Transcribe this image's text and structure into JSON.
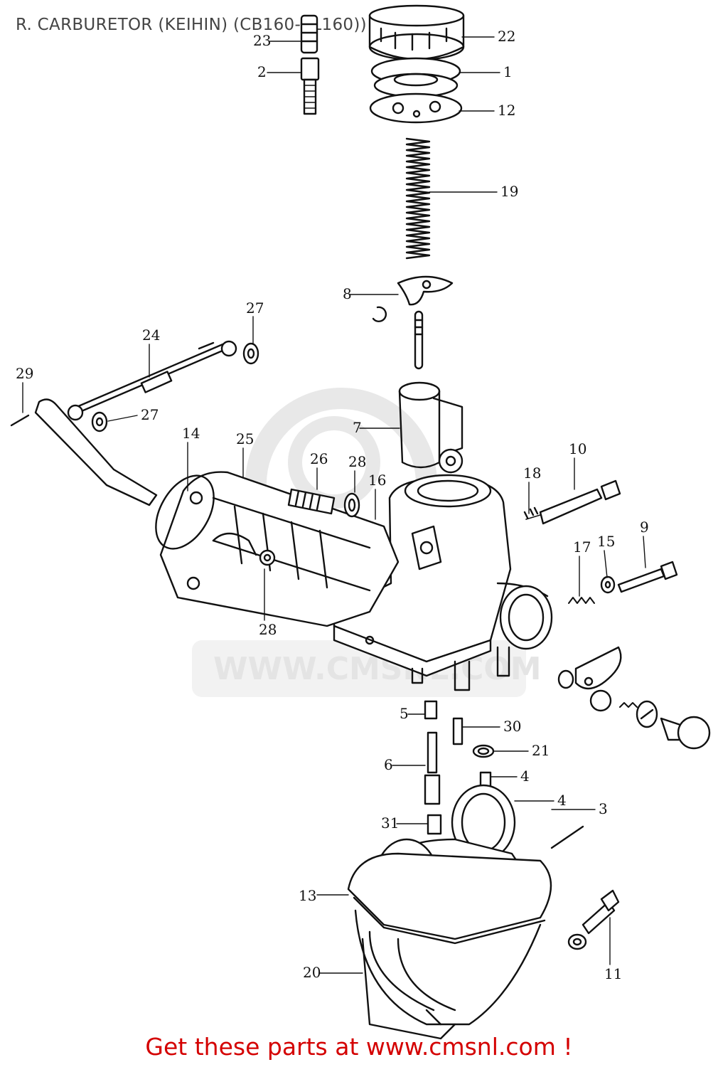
{
  "title": "R. CARBURETOR (KEIHIN) (CB160-CL160))",
  "watermark": "WWW.CMSNL.COM",
  "footer": "Get these parts at www.cmsnl.com !",
  "colors": {
    "footer": "#d40000",
    "ink": "#111111",
    "watermark": "#e2e2e2",
    "title": "#444444"
  },
  "callouts": [
    "23",
    "2",
    "22",
    "1",
    "12",
    "19",
    "8",
    "27",
    "24",
    "29",
    "27",
    "7",
    "14",
    "25",
    "26",
    "28",
    "16",
    "18",
    "10",
    "9",
    "15",
    "17",
    "28",
    "5",
    "30",
    "21",
    "6",
    "4",
    "4",
    "3",
    "31",
    "13",
    "11",
    "20"
  ]
}
